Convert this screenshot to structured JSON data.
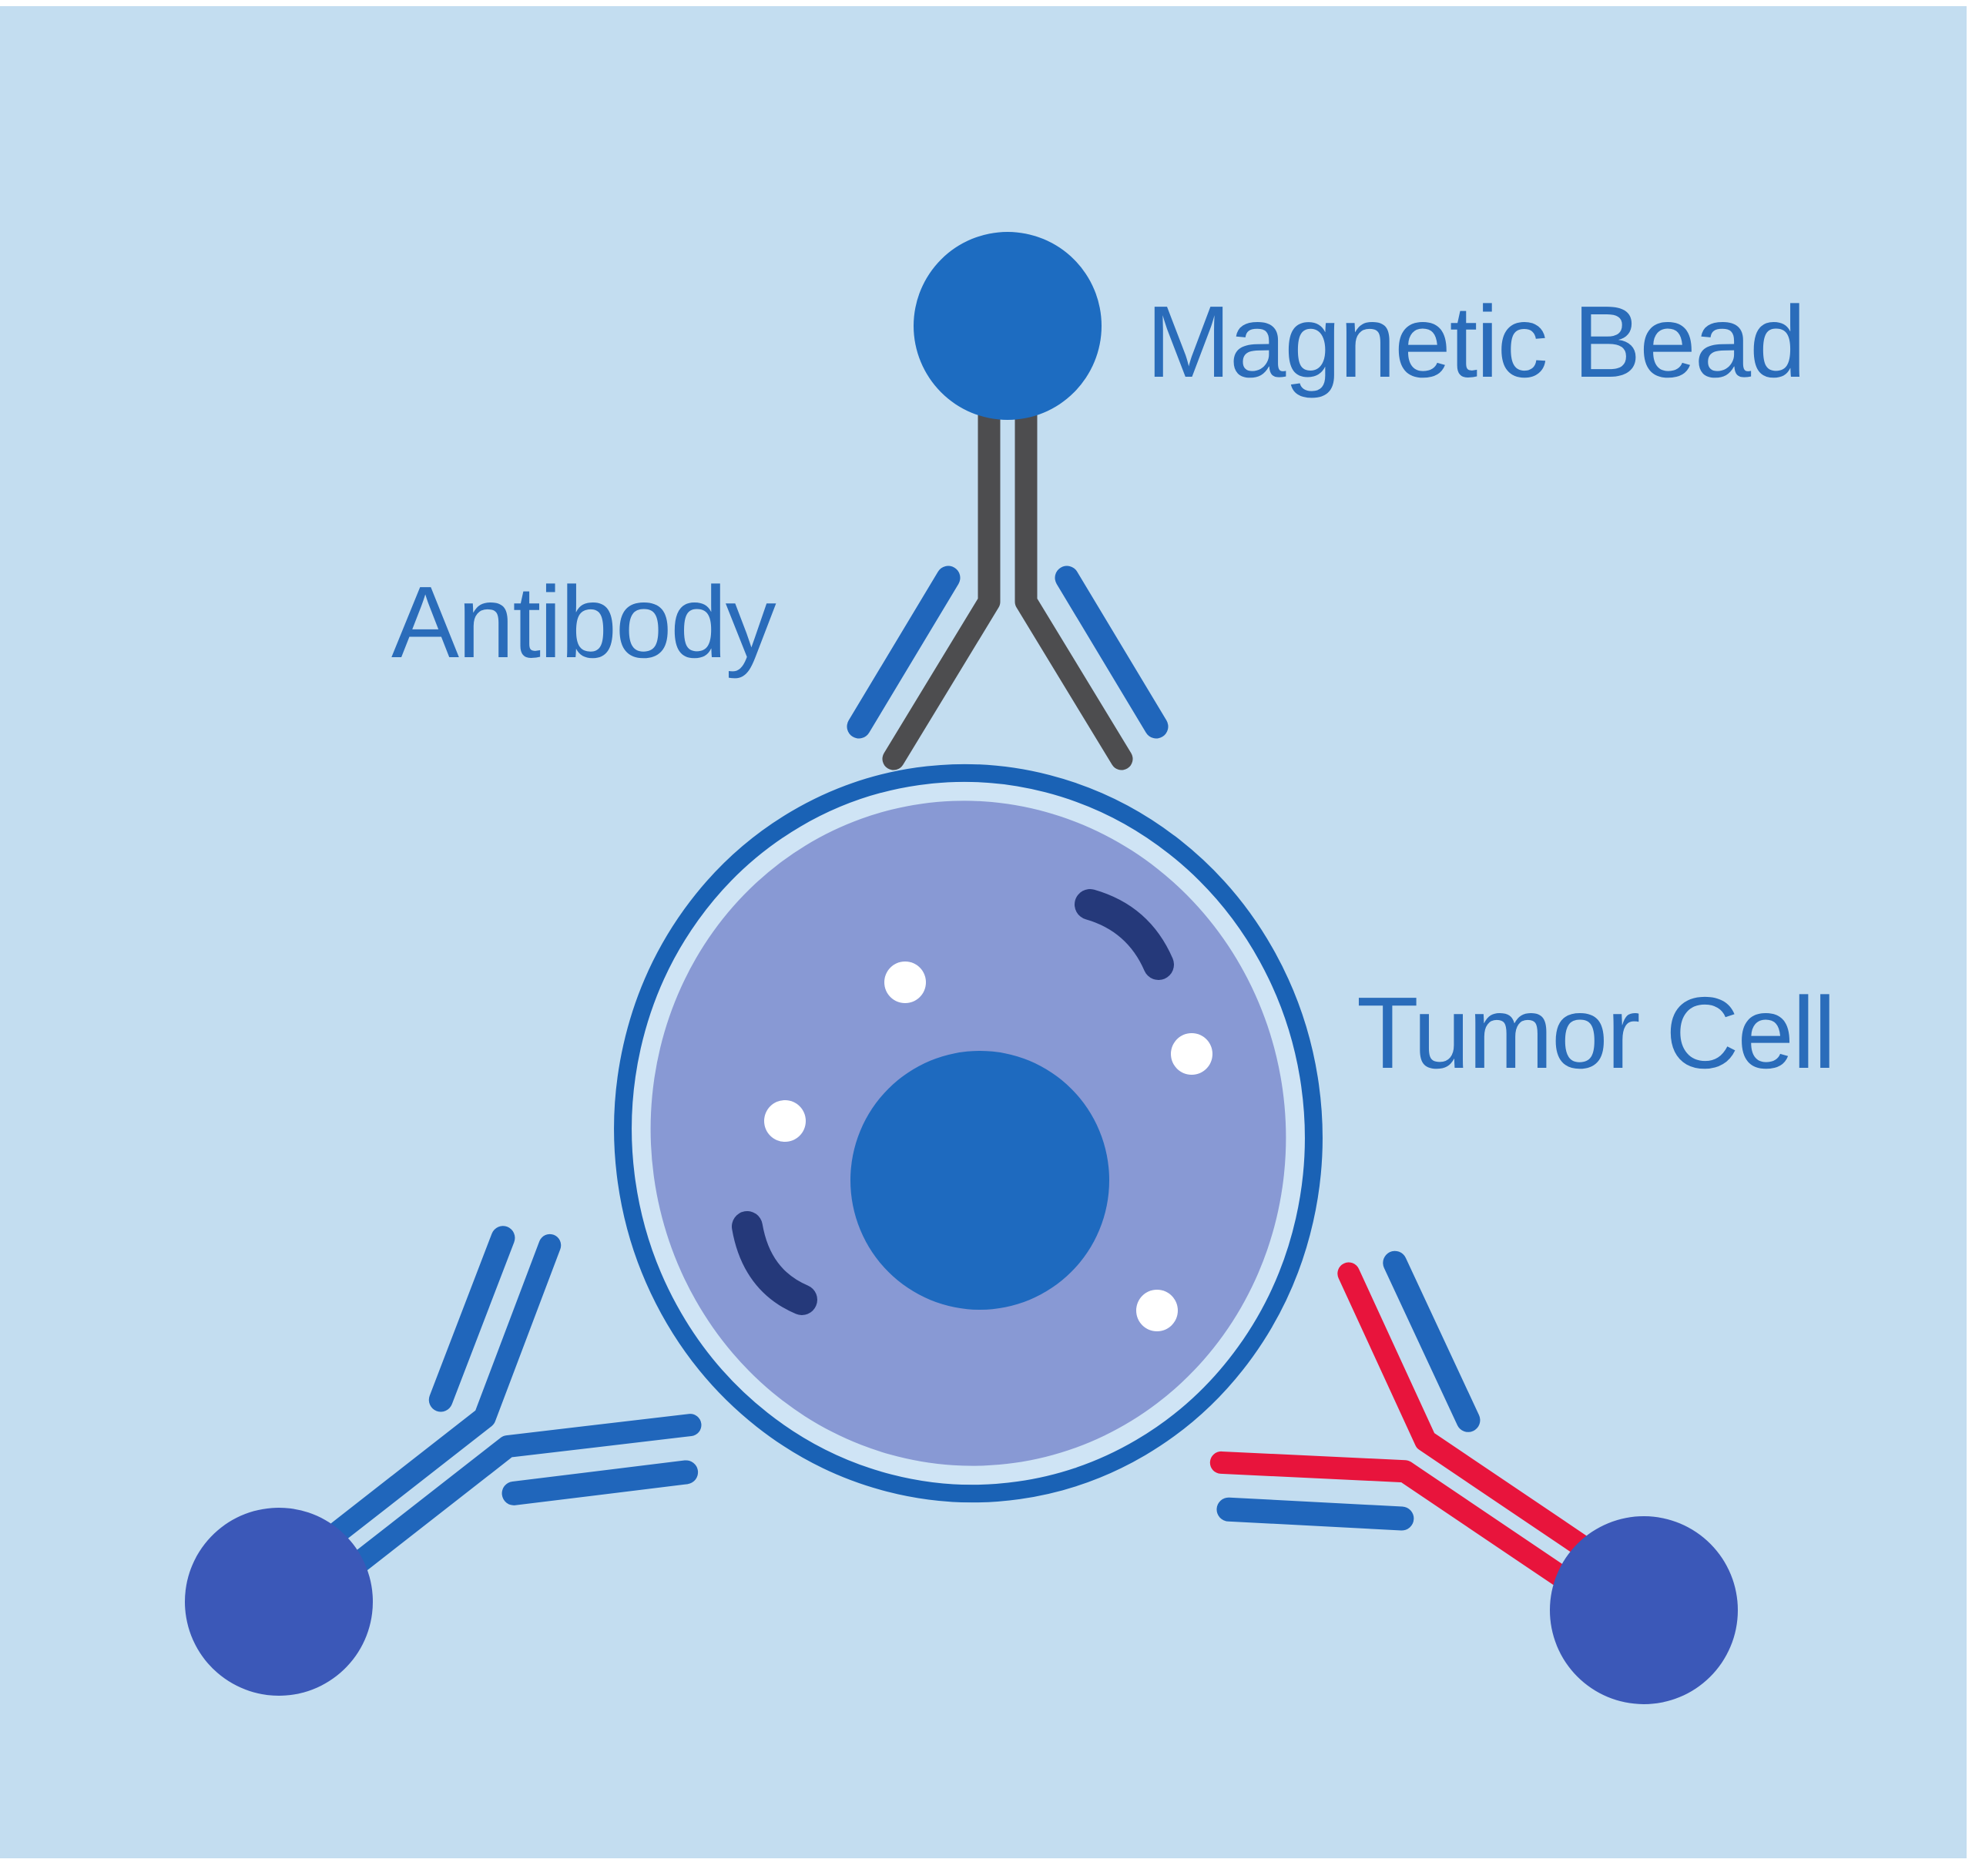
{
  "title": "Magnetic bead antibody binding tumor cell diagram",
  "labels": {
    "magnetic_bead": "Magnetic Bead",
    "antibody": "Antibody",
    "tumor_cell": "Tumor Cell"
  },
  "palette": {
    "background": "#C3DDF0",
    "canvas_margin": "#FFFFFF",
    "label_text": "#2A6CBA",
    "membrane_stroke": "#1A62B5",
    "membrane_gap": "#CFE4F5",
    "cytoplasm": "#8899D4",
    "nucleus": "#1E6ABF",
    "organelle_navy": "#25397A",
    "vesicle_white": "#FFFFFF",
    "bead_top": "#1D6CC1",
    "bead_bottom": "#3B58B8",
    "heavy_chain_gray": "#4D4D4F",
    "heavy_chain_blue": "#2066BB",
    "heavy_chain_red": "#E8143C",
    "light_chain_blue": "#2066BB"
  }
}
